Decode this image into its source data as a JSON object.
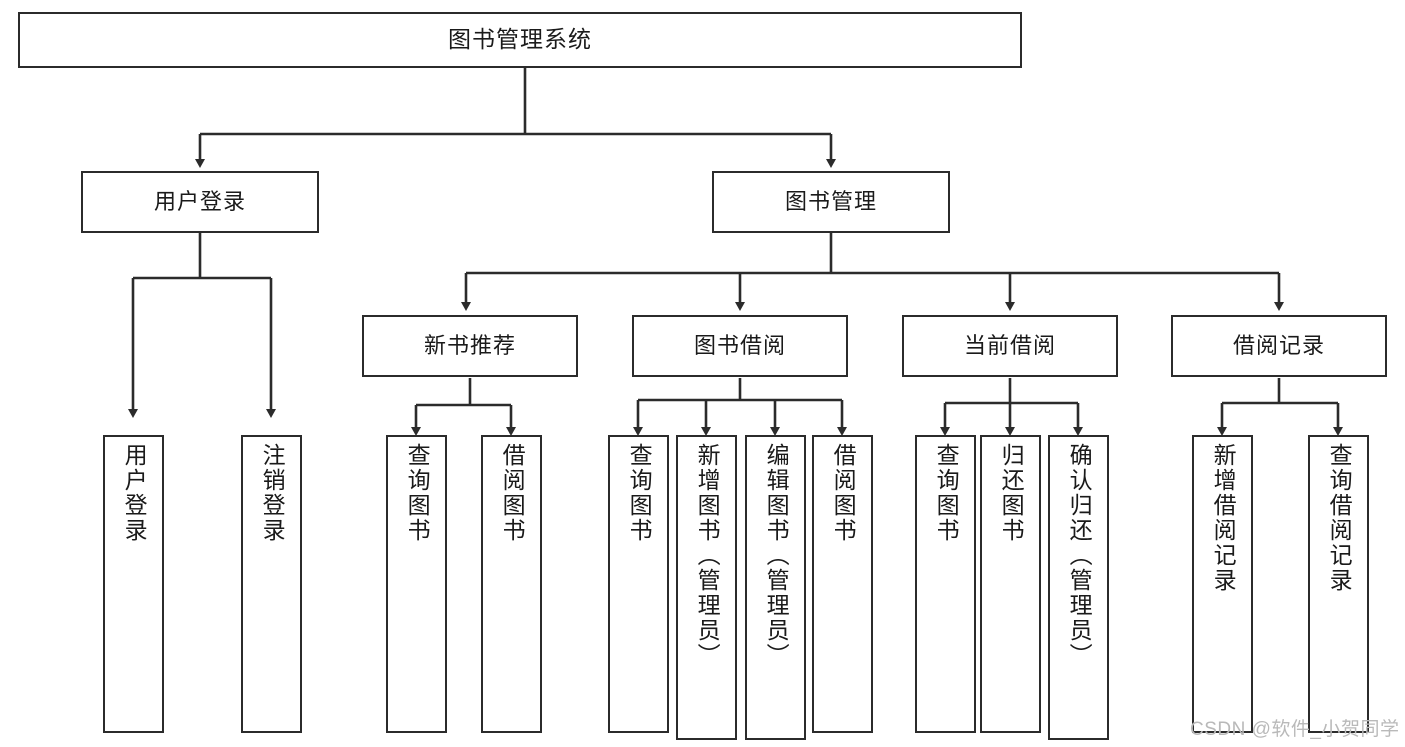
{
  "diagram": {
    "title": "图书管理系统",
    "type": "hierarchy-tree",
    "watermark": "CSDN @软件_小贺同学",
    "colors": {
      "stroke": "#2b2b2b",
      "fill": "#ffffff",
      "text": "#1a1a1a",
      "watermark": "#b9b9b9"
    },
    "root": {
      "label": "图书管理系统"
    },
    "level1": [
      {
        "label": "用户登录"
      },
      {
        "label": "图书管理"
      }
    ],
    "level2": [
      {
        "label": "新书推荐"
      },
      {
        "label": "图书借阅"
      },
      {
        "label": "当前借阅"
      },
      {
        "label": "借阅记录"
      }
    ],
    "leaves": {
      "user_login": [
        {
          "label": "用户登录"
        },
        {
          "label": "注销登录"
        }
      ],
      "new_book_rec": [
        {
          "label": "查询图书"
        },
        {
          "label": "借阅图书"
        }
      ],
      "book_borrow": [
        {
          "label": "查询图书"
        },
        {
          "label": "新增图书（管理员）"
        },
        {
          "label": "编辑图书（管理员）"
        },
        {
          "label": "借阅图书"
        }
      ],
      "current_borrow": [
        {
          "label": "查询图书"
        },
        {
          "label": "归还图书"
        },
        {
          "label": "确认归还（管理员）"
        }
      ],
      "borrow_record": [
        {
          "label": "新增借阅记录"
        },
        {
          "label": "查询借阅记录"
        }
      ]
    }
  }
}
